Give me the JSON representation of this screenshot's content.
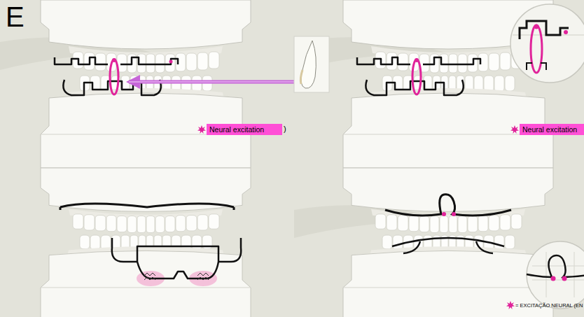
{
  "diagram": {
    "nodes": [
      {
        "text": [
          "Neural excitation"
        ]
      },
      {
        "text": [
          "Neural excitation"
        ]
      }
    ],
    "labels": [
      "E",
      ")"
    ],
    "legend": [
      {
        "text": "= EXCITAÇÃO NEURAL (EN"
      }
    ]
  }
}
